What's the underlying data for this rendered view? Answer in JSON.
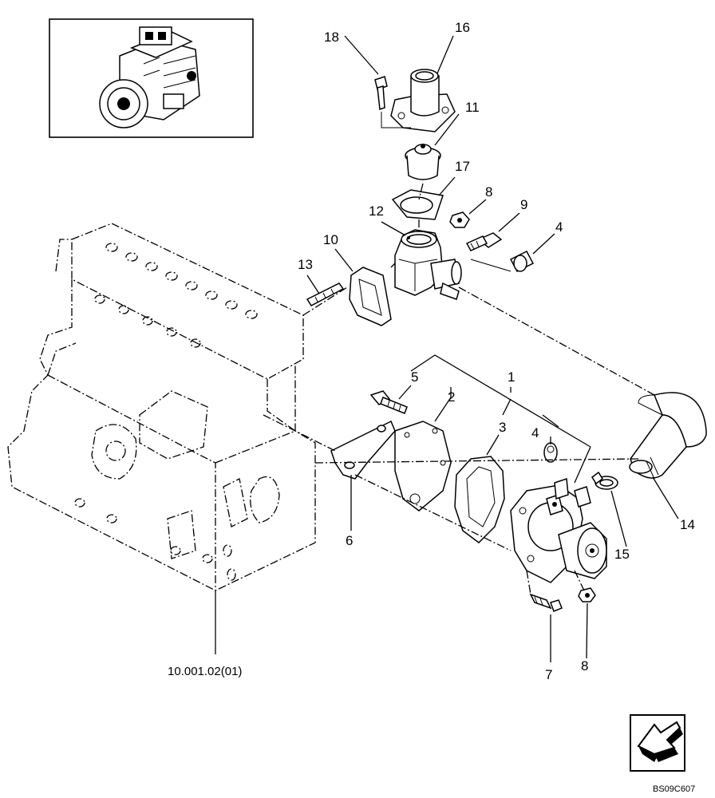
{
  "callouts": {
    "c1": "1",
    "c2": "2",
    "c3": "3",
    "c4a": "4",
    "c4b": "4",
    "c5": "5",
    "c6": "6",
    "c7": "7",
    "c8a": "8",
    "c8b": "8",
    "c9": "9",
    "c10": "10",
    "c11": "11",
    "c12": "12",
    "c13": "13",
    "c14": "14",
    "c15": "15",
    "c16": "16",
    "c17": "17",
    "c18": "18"
  },
  "reference_label": "10.001.02(01)",
  "image_code": "BS09C607",
  "icons": {
    "inset": "engine-inset-icon",
    "navigation": "navigation-arrow-icon"
  }
}
